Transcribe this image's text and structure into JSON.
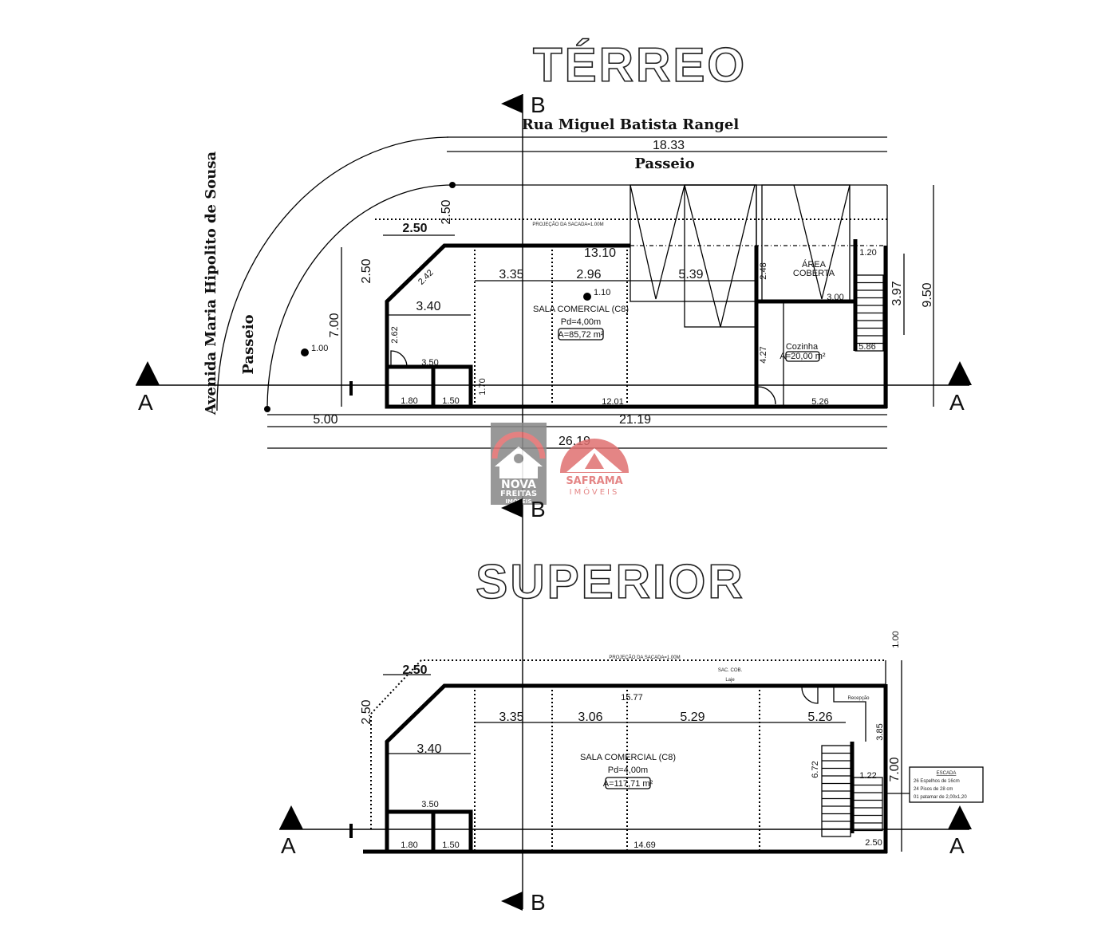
{
  "terreo": {
    "title": "TÉRREO",
    "street_top": "Rua Miguel Batista Rangel",
    "street_side": "Avenida Maria Hipolito de Sousa",
    "sidewalk_top": "Passeio",
    "sidewalk_side": "Passeio",
    "balcony_projection": "PROJEÇÃO DA SACADA=1.00M",
    "room_name": "SALA COMERCIAL (C8)",
    "ceiling_height": "Pd=4,00m",
    "area": "A=85,72 m²",
    "covered_area": [
      "ÁREA",
      "COBERTA"
    ],
    "kitchen": "Cozinha",
    "kitchen_area": "A=20,00 m²",
    "level_mark": "1.00",
    "level_mark_room": "1.10",
    "dims": {
      "front": "18.33",
      "d13_10": "13.10",
      "d3_35": "3.35",
      "d2_96": "2.96",
      "d5_39": "5.39",
      "d3_40": "3.40",
      "d2_50h": "2.50",
      "d2_50v": "2.50",
      "d2_50v2": "2.50",
      "d7_00": "7.00",
      "d2_62": "2.62",
      "d2_42": "2.42",
      "d3_50": "3.50",
      "d1_70": "1.70",
      "d1_80": "1.80",
      "d1_50": "1.50",
      "d12_01": "12.01",
      "d5_26": "5.26",
      "d4_27": "4.27",
      "d3_97": "3.97",
      "d9_50": "9.50",
      "d5_00": "5.00",
      "d21_19": "21.19",
      "d26_19": "26.19",
      "d3_00": "3.00",
      "d1_20": "1.20",
      "d5_86": "5.86",
      "d2_48": "2.48"
    }
  },
  "superior": {
    "title": "SUPERIOR",
    "balcony_projection": "PROJEÇÃO DA SACADA=1.00M",
    "roof": "SAC. COB.",
    "slab": "Laje",
    "reception": "Recepção",
    "room_name": "SALA COMERCIAL (C8)",
    "ceiling_height": "Pd=4,00m",
    "area": "A=117,71 m²",
    "dims": {
      "d2_50h": "2.50",
      "d2_50v": "2.50",
      "d3_40": "3.40",
      "d3_35": "3.35",
      "d3_06": "3.06",
      "d5_29": "5.29",
      "d5_26": "5.26",
      "d15_77": "15.77",
      "d3_50": "3.50",
      "d1_80": "1.80",
      "d1_50": "1.50",
      "d14_69": "14.69",
      "d6_72": "6.72",
      "d1_22": "1.22",
      "d3_85": "3.85",
      "d7_00": "7.00",
      "d1_00": "1.00",
      "d2_50b": "2.50"
    },
    "stair_note": {
      "title": "ESCADA",
      "lines": [
        "26 Espelhos de 16cm",
        "24 Pisos de 28 cm",
        "01 patamar de 2,00x1,20"
      ]
    }
  },
  "sections": {
    "a": "A",
    "b": "B"
  },
  "watermarks": {
    "nova_freitas": [
      "NOVA",
      "FREITAS",
      "IMÓVEIS"
    ],
    "saframa": [
      "SAFRAMA",
      "IMÓVEIS"
    ],
    "nova_color": "#8a8a8a",
    "saframa_color": "#e07070"
  }
}
